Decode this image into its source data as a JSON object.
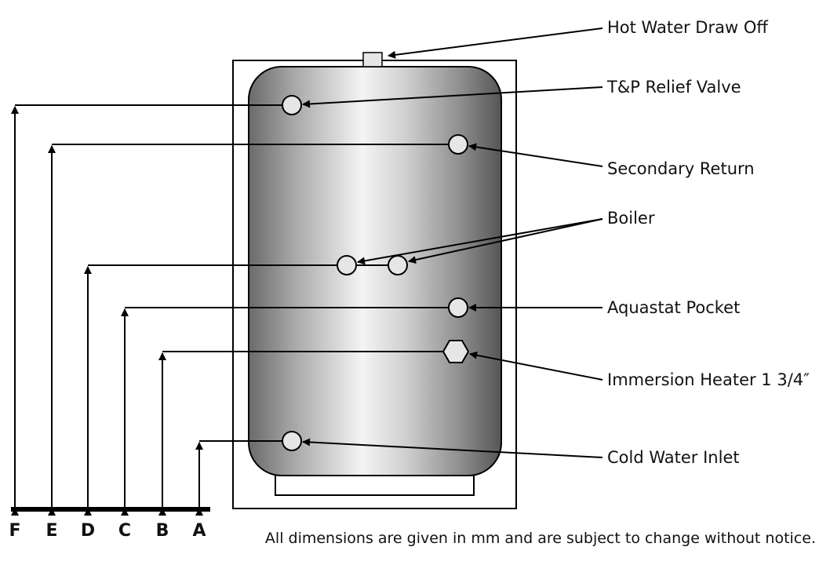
{
  "callouts": {
    "hot_water_draw_off": "Hot Water Draw Off",
    "tp_relief_valve": "T&P Relief Valve",
    "secondary_return": "Secondary Return",
    "boiler": "Boiler",
    "aquastat_pocket": "Aquastat Pocket",
    "immersion_heater": "Immersion Heater 1 3/4″",
    "cold_water_inlet": "Cold Water Inlet"
  },
  "dimensions": [
    "F",
    "E",
    "D",
    "C",
    "B",
    "A"
  ],
  "footnote": "All dimensions are given in mm and are subject to change without notice.",
  "colors": {
    "line": "#000000",
    "tank_dark": "#5a5a5a",
    "tank_light": "#f2f2f2",
    "fitting": "#e6e6e6"
  }
}
